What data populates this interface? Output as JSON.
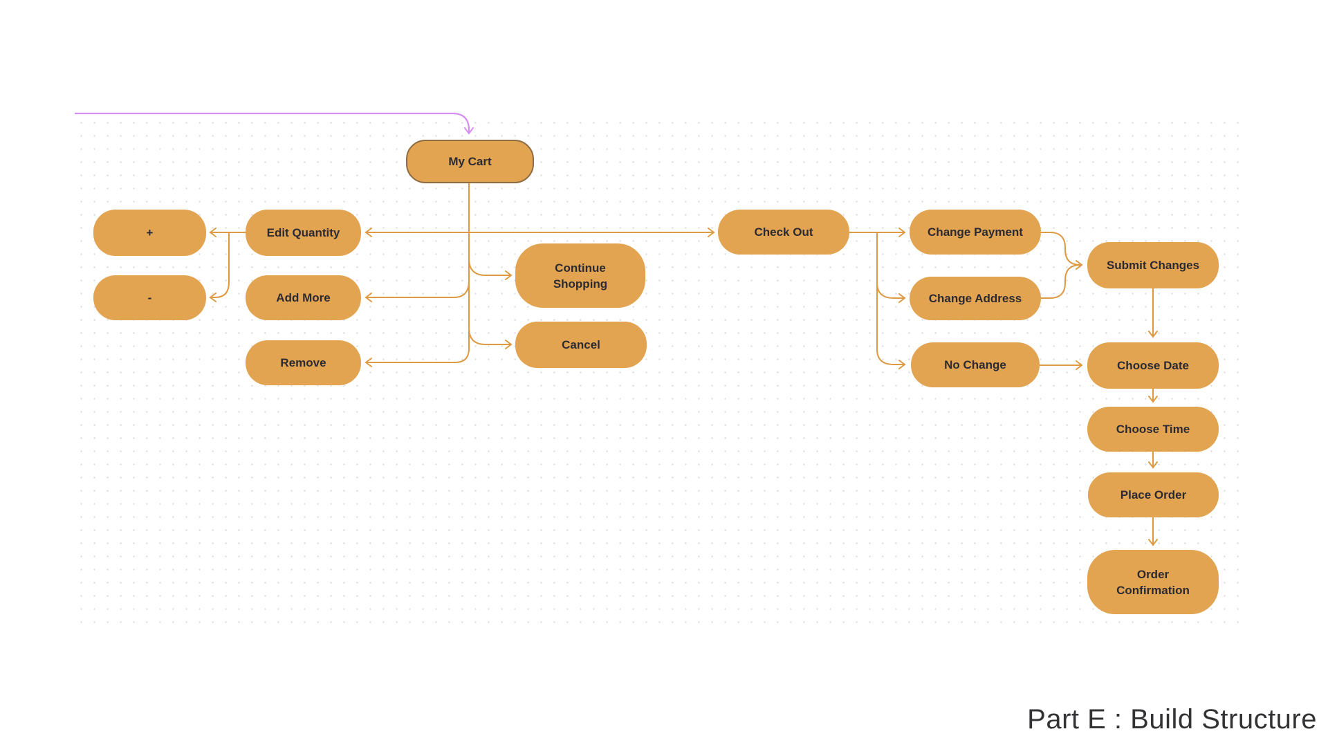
{
  "page": {
    "caption": "Part E : Build Structure"
  },
  "colors": {
    "node_fill": "#e2a450",
    "root_node_border": "#8e6b41",
    "node_text": "#2b2a33",
    "connector": "#dd9a42",
    "entry_connector": "#d88df2",
    "grid_dot": "#e3e1e6",
    "background": "#ffffff",
    "caption_text": "#333336"
  },
  "nodes": [
    {
      "id": "my-cart",
      "label": "My Cart"
    },
    {
      "id": "plus",
      "label": "+"
    },
    {
      "id": "minus",
      "label": "-"
    },
    {
      "id": "edit-quantity",
      "label": "Edit Quantity"
    },
    {
      "id": "add-more",
      "label": "Add More"
    },
    {
      "id": "remove",
      "label": "Remove"
    },
    {
      "id": "continue-shopping",
      "label": "Continue\nShopping"
    },
    {
      "id": "cancel",
      "label": "Cancel"
    },
    {
      "id": "check-out",
      "label": "Check Out"
    },
    {
      "id": "change-payment",
      "label": "Change Payment"
    },
    {
      "id": "change-address",
      "label": "Change Address"
    },
    {
      "id": "no-change",
      "label": "No Change"
    },
    {
      "id": "submit-changes",
      "label": "Submit Changes"
    },
    {
      "id": "choose-date",
      "label": "Choose Date"
    },
    {
      "id": "choose-time",
      "label": "Choose Time"
    },
    {
      "id": "place-order",
      "label": "Place Order"
    },
    {
      "id": "order-confirmation",
      "label": "Order\nConfirmation"
    }
  ],
  "edges": [
    {
      "from": "entry",
      "to": "my-cart",
      "style": "purple"
    },
    {
      "from": "my-cart",
      "to": "edit-quantity"
    },
    {
      "from": "my-cart",
      "to": "add-more"
    },
    {
      "from": "my-cart",
      "to": "remove"
    },
    {
      "from": "my-cart",
      "to": "continue-shopping"
    },
    {
      "from": "my-cart",
      "to": "cancel"
    },
    {
      "from": "my-cart",
      "to": "check-out"
    },
    {
      "from": "edit-quantity",
      "to": "plus"
    },
    {
      "from": "edit-quantity",
      "to": "minus"
    },
    {
      "from": "check-out",
      "to": "change-payment"
    },
    {
      "from": "check-out",
      "to": "change-address"
    },
    {
      "from": "check-out",
      "to": "no-change"
    },
    {
      "from": "change-payment",
      "to": "submit-changes"
    },
    {
      "from": "change-address",
      "to": "submit-changes"
    },
    {
      "from": "submit-changes",
      "to": "choose-date"
    },
    {
      "from": "no-change",
      "to": "choose-date"
    },
    {
      "from": "choose-date",
      "to": "choose-time"
    },
    {
      "from": "choose-time",
      "to": "place-order"
    },
    {
      "from": "place-order",
      "to": "order-confirmation"
    }
  ]
}
